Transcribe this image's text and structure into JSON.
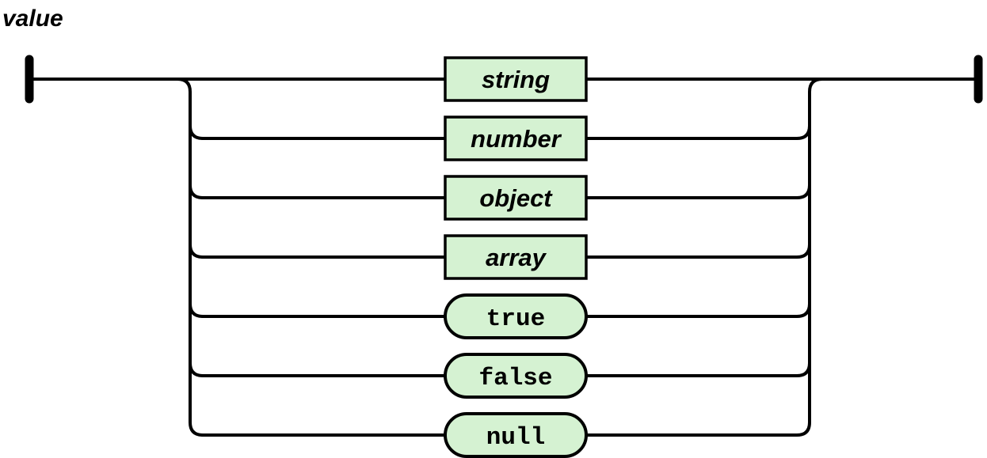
{
  "diagram": {
    "title": "value",
    "colors": {
      "line": "#000000",
      "text": "#000000",
      "box_fill": "#d5f2d2",
      "background": "#ffffff"
    },
    "alternatives": [
      {
        "label": "string",
        "kind": "nonterminal"
      },
      {
        "label": "number",
        "kind": "nonterminal"
      },
      {
        "label": "object",
        "kind": "nonterminal"
      },
      {
        "label": "array",
        "kind": "nonterminal"
      },
      {
        "label": "true",
        "kind": "terminal"
      },
      {
        "label": "false",
        "kind": "terminal"
      },
      {
        "label": "null",
        "kind": "terminal"
      }
    ]
  }
}
